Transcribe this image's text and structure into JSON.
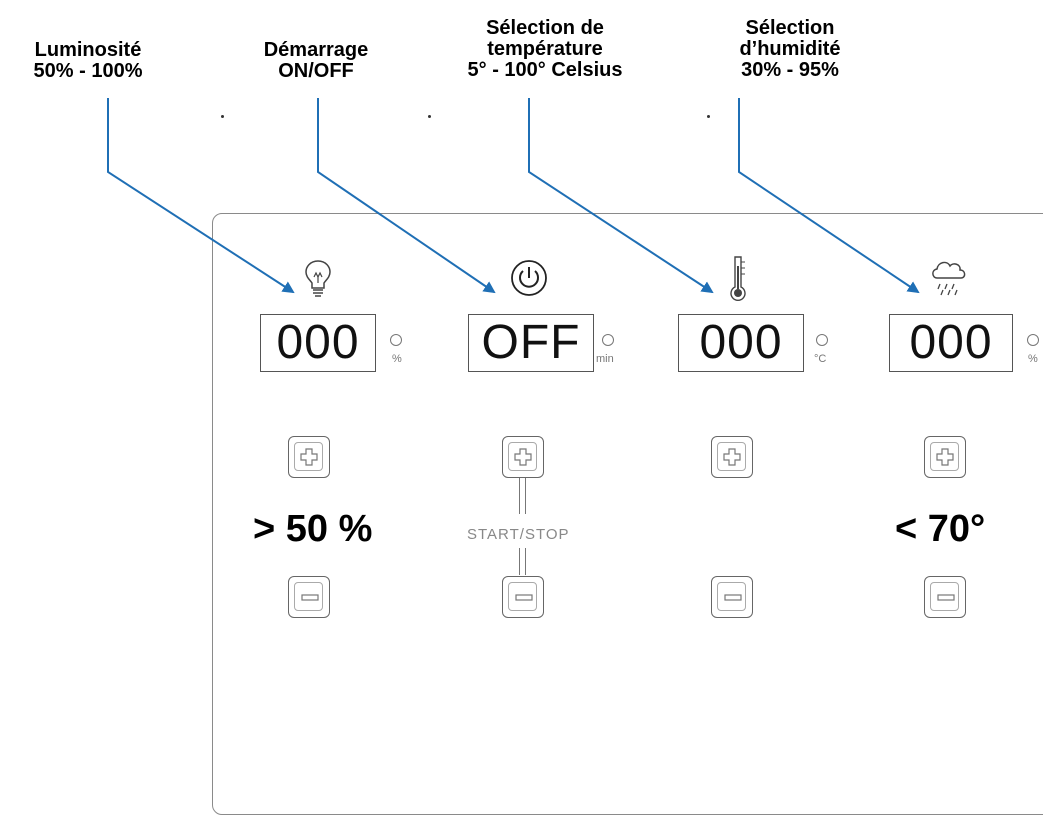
{
  "callouts": {
    "brightness": {
      "line1": "Luminosité",
      "line2": "50% - 100%"
    },
    "power": {
      "line1": "Démarrage",
      "line2": "ON/OFF"
    },
    "temperature": {
      "line1": "Sélection de",
      "line2": "température",
      "line3": "5° - 100° Celsius"
    },
    "humidity": {
      "line1": "Sélection",
      "line2": "d’humidité",
      "line3": "30% - 95%"
    }
  },
  "panel": {
    "displays": {
      "brightness": "000",
      "power": "OFF",
      "temperature": "000",
      "humidity": "000"
    },
    "units": {
      "brightness": "%",
      "power": "min",
      "temperature": "°C",
      "humidity": "%"
    },
    "start_stop_label": "START/STOP",
    "annotations": {
      "brightness": "> 50 %",
      "humidity": "< 70°"
    },
    "icons": {
      "brightness": "lightbulb-icon",
      "power": "power-icon",
      "temperature": "thermometer-icon",
      "humidity": "rain-cloud-icon"
    }
  },
  "colors": {
    "arrow": "#1f6fb5",
    "panel_border": "#8a8a8a",
    "display_border": "#555555"
  }
}
